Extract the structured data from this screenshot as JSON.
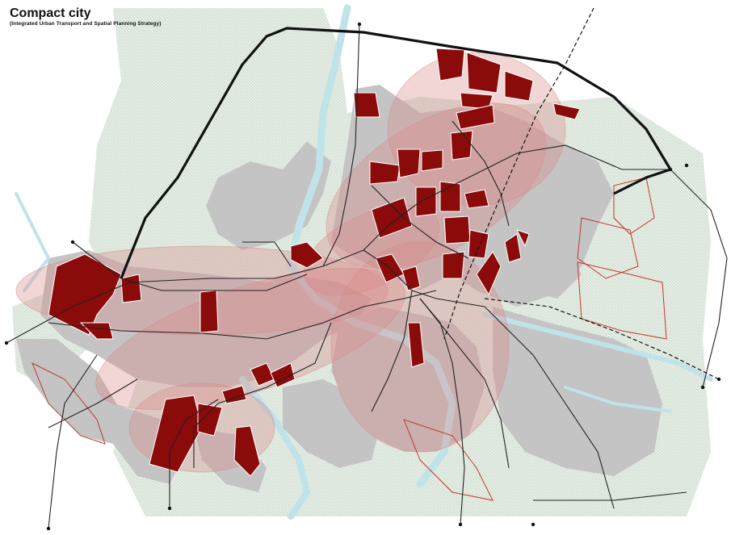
{
  "map": {
    "title": "Compact city",
    "subtitle": "(Integrated Urban Transport and Spatial Planning Strategy)"
  },
  "colors": {
    "background": "#ffffff",
    "green_hatch": "#d6e3d6",
    "built_area": "#c4c4c4",
    "river": "#bfe3e8",
    "density_zone": "#d98a8a",
    "development_block": "#8b0a0a",
    "reserve_outline": "#c0392b",
    "ring_road": "#111111",
    "street": "#222222"
  },
  "layers": {
    "green_space": "green-hatch",
    "built_area": "grey-fill",
    "river": "light-blue",
    "density_zones": "translucent-pink",
    "development_blocks": "dark-red",
    "reserve_areas": "red-outline",
    "ring_road": "thick-black",
    "streets": "thin-black",
    "railway": "dashed-black"
  }
}
